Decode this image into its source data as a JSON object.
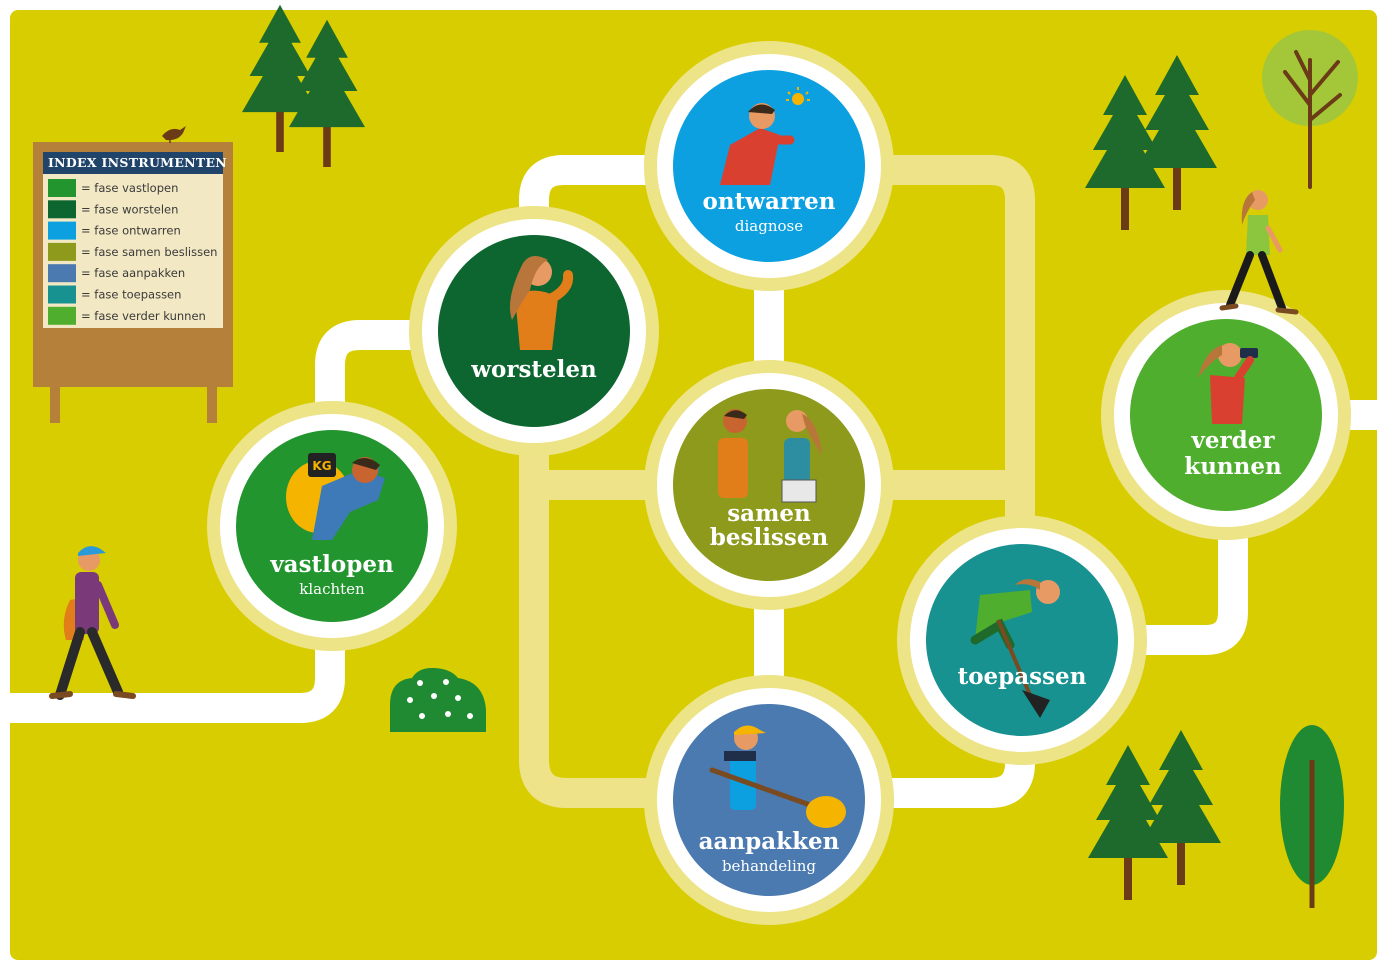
{
  "colors": {
    "background": "#d8cd00",
    "path": "#ffffff",
    "path_light": "#efe38a",
    "halo": "#ede387",
    "vastlopen": "#22952f",
    "worstelen": "#0d6630",
    "ontwarren": "#0ca0e0",
    "samen_beslissen": "#8e9a1c",
    "aanpakken": "#4a7ab0",
    "toepassen": "#179290",
    "verder_kunnen": "#4fae2e",
    "board_wood": "#b5803a",
    "board_header": "#21446b",
    "board_paper": "#f2e8c3"
  },
  "legend": {
    "title": "INDEX INSTRUMENTEN",
    "items": [
      {
        "label": "= fase vastlopen",
        "color": "#22952f"
      },
      {
        "label": "= fase worstelen",
        "color": "#0d6630"
      },
      {
        "label": "= fase ontwarren",
        "color": "#0ca0e0"
      },
      {
        "label": "= fase samen beslissen",
        "color": "#8e9a1c"
      },
      {
        "label": "= fase aanpakken",
        "color": "#4a7ab0"
      },
      {
        "label": "= fase toepassen",
        "color": "#179290"
      },
      {
        "label": "= fase verder kunnen",
        "color": "#4fae2e"
      }
    ]
  },
  "phases": {
    "vastlopen": {
      "title": "vastlopen",
      "subtitle": "klachten",
      "icon": "backpack-kg-person-icon",
      "badge": "KG"
    },
    "worstelen": {
      "title": "worstelen",
      "subtitle": "",
      "icon": "thinking-woman-icon"
    },
    "ontwarren": {
      "title": "ontwarren",
      "subtitle": "diagnose",
      "icon": "idea-lightbulb-person-icon"
    },
    "samen_beslissen": {
      "title_line1": "samen",
      "title_line2": "beslissen",
      "subtitle": "",
      "icon": "two-people-talking-icon"
    },
    "aanpakken": {
      "title": "aanpakken",
      "subtitle": "behandeling",
      "icon": "person-shovel-icon"
    },
    "toepassen": {
      "title": "toepassen",
      "subtitle": "",
      "icon": "woman-digging-icon"
    },
    "verder_kunnen": {
      "title_line1": "verder",
      "title_line2": "kunnen",
      "subtitle": "",
      "icon": "woman-binoculars-icon"
    }
  },
  "decorations": [
    "walking-man-icon",
    "walking-woman-icon",
    "pine-tree-icon",
    "bare-tree-icon",
    "poplar-tree-icon",
    "flower-bush-icon",
    "bird-icon",
    "signboard-icon"
  ]
}
